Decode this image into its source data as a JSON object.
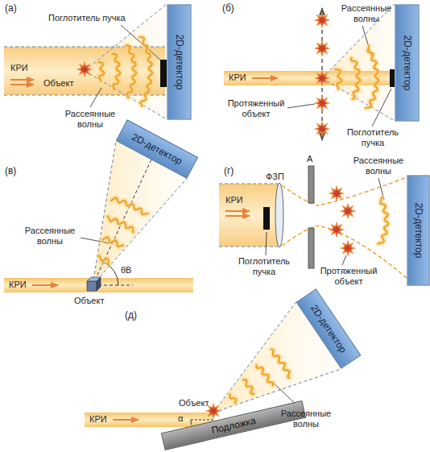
{
  "diagram": {
    "nodes": [
      {
        "text": [
          "КРИ"
        ]
      },
      {
        "text": [
          "2D-детектор"
        ]
      },
      {
        "text": [
          "КРИ"
        ]
      },
      {
        "text": [
          "2D-детектор"
        ]
      },
      {
        "text": [
          "КРИ"
        ]
      },
      {
        "text": [
          "2D-детектор"
        ]
      },
      {
        "text": [
          "КРИ"
        ]
      },
      {
        "text": [
          "2D-детектор"
        ]
      },
      {
        "text": [
          "КРИ"
        ]
      },
      {
        "text": [
          "Подложка"
        ]
      },
      {
        "text": [
          "2D-детектор"
        ]
      }
    ],
    "labels": [
      "(а)",
      "Поглотитель пучка",
      "Объект",
      "Рассеянные волны",
      "(б)",
      "Рассеянные волны",
      "Протяженный объект",
      "Поглотитель пучка",
      "(в)",
      "Рассеянные волны",
      "θB",
      "Объект",
      "(г)",
      "ФЗП",
      "А",
      "Рассеянные волны",
      "Поглотитель пучка",
      "Протяженный объект",
      "(д)",
      "Объект",
      "Рассеянные волны",
      "α"
    ]
  }
}
